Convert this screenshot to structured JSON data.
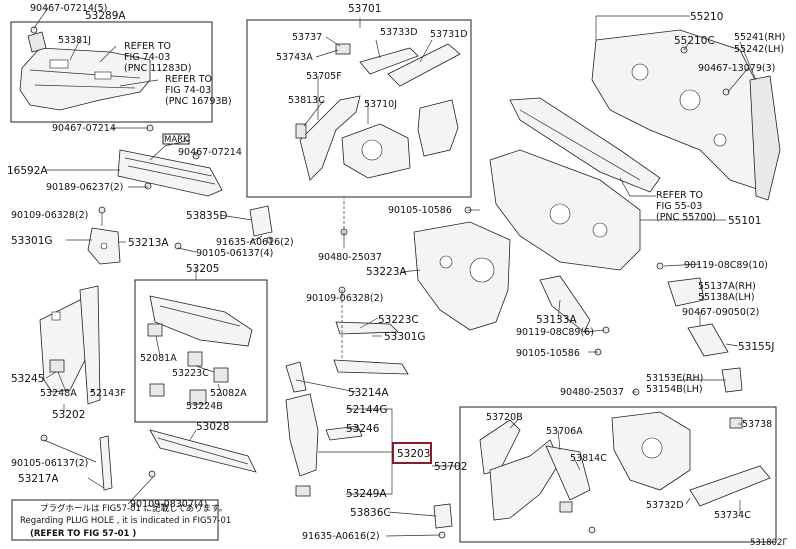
{
  "labels": {
    "l90467_07214_5": "90467-07214(5)",
    "l53289A": "53289A",
    "l53381J": "53381J",
    "refer1": "REFER TO",
    "refer1b": "FIG 74-03",
    "refer1c": "(PNC 11283D)",
    "refer2": "REFER TO",
    "refer2b": "FIG 74-03",
    "refer2c": "(PNC 16793B)",
    "l90467_07214_a": "90467-07214",
    "mark": "MARK",
    "l90467_07214_b": "90467-07214",
    "l16592A": "16592A",
    "l90189_06237": "90189-06237(2)",
    "l90109_06328": "90109-06328(2)",
    "l53301G_l": "53301G",
    "l53213A": "53213A",
    "l53205": "53205",
    "l52081A": "52081A",
    "l53223C_l": "53223C",
    "l52082A": "52082A",
    "l53224B": "53224B",
    "l53245": "53245",
    "l53248A": "53248A",
    "l52143F": "52143F",
    "l53202": "53202",
    "l53028": "53028",
    "l90105_06137_a": "90105-06137(2)",
    "l53217A": "53217A",
    "l90109_08307": "90109-08307(4)",
    "note_jp": "プラグホールは FIG57-01 に記載してあります。",
    "note_en": "Regarding PLUG HOLE , it is indicated in FIG57-01",
    "note_ref": "(REFER TO FIG 57-01 )",
    "l53701": "53701",
    "l53737": "53737",
    "l53733D": "53733D",
    "l53731D": "53731D",
    "l53743A": "53743A",
    "l53705F": "53705F",
    "l53813C": "53813C",
    "l53710J": "53710J",
    "l53835D": "53835D",
    "l91635_A0616_a": "91635-A0616(2)",
    "l90105_06137_b": "90105-06137(4)",
    "l90480_25037_a": "90480-25037",
    "l53223A": "53223A",
    "l90109_06328_b": "90109-06328(2)",
    "l53223C_r": "53223C",
    "l53301G_r": "53301G",
    "l53214A": "53214A",
    "l52144G": "52144G",
    "l53246": "53246",
    "l53203": "53203",
    "l53702": "53702",
    "l53249A": "53249A",
    "l53836C": "53836C",
    "l91635_A0616_b": "91635-A0616(2)",
    "l55210": "55210",
    "l55210C": "55210C",
    "l55241": "55241(RH)",
    "l55242": "55242(LH)",
    "l90467_13079": "90467-13079(3)",
    "refer3": "REFER TO",
    "refer3b": "FIG 55-03",
    "refer3c": "(PNC 55700)",
    "l55101": "55101",
    "l90105_10586_a": "90105-10586",
    "l90119_08C89_a": "90119-08C89(10)",
    "l55137A": "55137A(RH)",
    "l55138A": "55138A(LH)",
    "l90467_09050": "90467-09050(2)",
    "l53133A": "53133A",
    "l90119_08C89_b": "90119-08C89(6)",
    "l90105_10586_b": "90105-10586",
    "l53155J": "53155J",
    "l90480_25037_b": "90480-25037",
    "l53153E": "53153E(RH)",
    "l53154B": "53154B(LH)",
    "l53720B": "53720B",
    "l53706A": "53706A",
    "l53814C": "53814C",
    "l53738": "53738",
    "l53732D": "53732D",
    "l53734C": "53734C",
    "fig_code": "531802Г"
  }
}
